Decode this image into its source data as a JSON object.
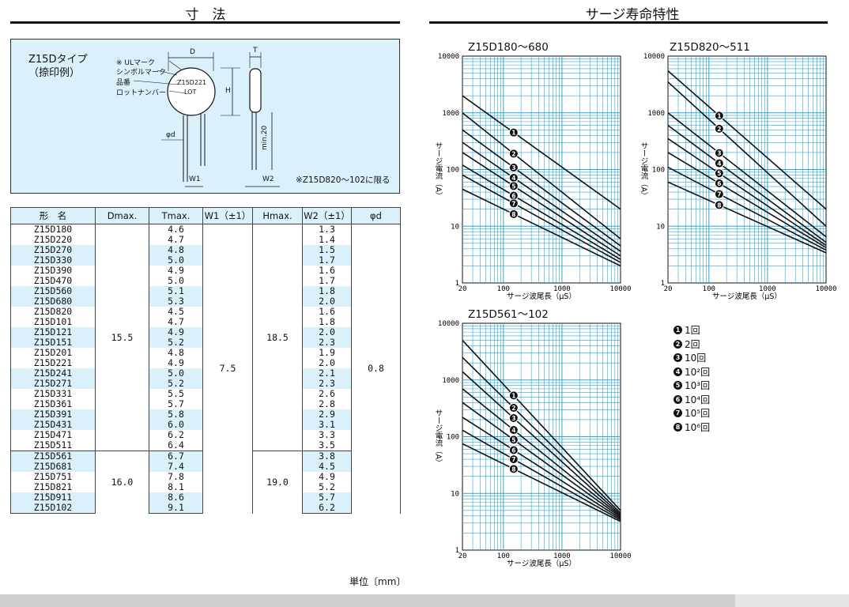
{
  "left_header": "寸　法",
  "right_header": "サージ寿命特性",
  "dimension": {
    "type_title": "Z15Dタイプ",
    "type_sub": "（捺印例）",
    "labels": {
      "ul_mark": "※ ULマーク",
      "symbol_mark": "シンボルマーク",
      "part_no": "品番",
      "lot_no": "ロットナンバー",
      "body_part": "Z15D221",
      "body_lot": "LOT",
      "D": "D",
      "T": "T",
      "H": "H",
      "phi_d": "φd",
      "min20": "min.20",
      "W1": "W1",
      "W2": "W2"
    },
    "note": "※Z15D820～102に限る"
  },
  "table": {
    "headers": [
      "形　名",
      "Dmax.",
      "Tmax.",
      "W1（±1）",
      "Hmax.",
      "W2（±1）",
      "φd"
    ],
    "rows": [
      [
        "Z15D180",
        "4.6",
        "1.3"
      ],
      [
        "Z15D220",
        "4.7",
        "1.4"
      ],
      [
        "Z15D270",
        "4.8",
        "1.5"
      ],
      [
        "Z15D330",
        "5.0",
        "1.7"
      ],
      [
        "Z15D390",
        "4.9",
        "1.6"
      ],
      [
        "Z15D470",
        "5.0",
        "1.7"
      ],
      [
        "Z15D560",
        "5.1",
        "1.8"
      ],
      [
        "Z15D680",
        "5.3",
        "2.0"
      ],
      [
        "Z15D820",
        "4.5",
        "1.6"
      ],
      [
        "Z15D101",
        "4.7",
        "1.8"
      ],
      [
        "Z15D121",
        "4.9",
        "2.0"
      ],
      [
        "Z15D151",
        "5.2",
        "2.3"
      ],
      [
        "Z15D201",
        "4.8",
        "1.9"
      ],
      [
        "Z15D221",
        "4.9",
        "2.0"
      ],
      [
        "Z15D241",
        "5.0",
        "2.1"
      ],
      [
        "Z15D271",
        "5.2",
        "2.3"
      ],
      [
        "Z15D331",
        "5.5",
        "2.6"
      ],
      [
        "Z15D361",
        "5.7",
        "2.8"
      ],
      [
        "Z15D391",
        "5.8",
        "2.9"
      ],
      [
        "Z15D431",
        "6.0",
        "3.1"
      ],
      [
        "Z15D471",
        "6.2",
        "3.3"
      ],
      [
        "Z15D511",
        "6.4",
        "3.5"
      ],
      [
        "Z15D561",
        "6.7",
        "3.8"
      ],
      [
        "Z15D681",
        "7.4",
        "4.5"
      ],
      [
        "Z15D751",
        "7.8",
        "4.9"
      ],
      [
        "Z15D821",
        "8.1",
        "5.2"
      ],
      [
        "Z15D911",
        "8.6",
        "5.7"
      ],
      [
        "Z15D102",
        "9.1",
        "6.2"
      ]
    ],
    "group1": {
      "dmax": "15.5",
      "hmax": "18.5"
    },
    "group2": {
      "dmax": "16.0",
      "hmax": "19.0"
    },
    "w1": "7.5",
    "phid": "0.8",
    "unit": "単位〔mm〕"
  },
  "chart_data": [
    {
      "type": "line",
      "title": "Z15D180～680",
      "xlabel": "サージ波尾長（μS）",
      "ylabel": "サージ電流（A）",
      "xscale": "log",
      "yscale": "log",
      "xlim": [
        20,
        10000
      ],
      "ylim": [
        1,
        10000
      ],
      "xticks": [
        "20",
        "100",
        "1000",
        "10000"
      ],
      "yticks": [
        "1",
        "10",
        "100",
        "1000",
        "10000"
      ],
      "series": [
        {
          "name": "1",
          "x": [
            20,
            10000
          ],
          "y": [
            2000,
            20
          ]
        },
        {
          "name": "2",
          "x": [
            20,
            10000
          ],
          "y": [
            1000,
            6
          ]
        },
        {
          "name": "3",
          "x": [
            20,
            10000
          ],
          "y": [
            500,
            4.5
          ]
        },
        {
          "name": "4",
          "x": [
            20,
            10000
          ],
          "y": [
            300,
            3.6
          ]
        },
        {
          "name": "5",
          "x": [
            20,
            10000
          ],
          "y": [
            200,
            3
          ]
        },
        {
          "name": "6",
          "x": [
            20,
            10000
          ],
          "y": [
            120,
            2.6
          ]
        },
        {
          "name": "7",
          "x": [
            20,
            10000
          ],
          "y": [
            80,
            2.3
          ]
        },
        {
          "name": "8",
          "x": [
            20,
            10000
          ],
          "y": [
            45,
            2
          ]
        }
      ]
    },
    {
      "type": "line",
      "title": "Z15D820～511",
      "xlabel": "サージ波尾長（μS）",
      "ylabel": "サージ電流（A）",
      "xscale": "log",
      "yscale": "log",
      "xlim": [
        20,
        10000
      ],
      "ylim": [
        1,
        10000
      ],
      "xticks": [
        "20",
        "100",
        "1000",
        "10000"
      ],
      "yticks": [
        "1",
        "10",
        "100",
        "1000",
        "10000"
      ],
      "series": [
        {
          "name": "1",
          "x": [
            20,
            10000
          ],
          "y": [
            5500,
            20
          ]
        },
        {
          "name": "2",
          "x": [
            20,
            10000
          ],
          "y": [
            3500,
            10
          ]
        },
        {
          "name": "3",
          "x": [
            20,
            10000
          ],
          "y": [
            1000,
            6.5
          ]
        },
        {
          "name": "4",
          "x": [
            20,
            10000
          ],
          "y": [
            600,
            5.2
          ]
        },
        {
          "name": "5",
          "x": [
            20,
            10000
          ],
          "y": [
            350,
            4.6
          ]
        },
        {
          "name": "6",
          "x": [
            20,
            10000
          ],
          "y": [
            200,
            4.2
          ]
        },
        {
          "name": "7",
          "x": [
            20,
            10000
          ],
          "y": [
            110,
            3.8
          ]
        },
        {
          "name": "8",
          "x": [
            20,
            10000
          ],
          "y": [
            60,
            3.4
          ]
        }
      ]
    },
    {
      "type": "line",
      "title": "Z15D561～102",
      "xlabel": "サージ波尾長（μS）",
      "ylabel": "サージ電流（A）",
      "xscale": "log",
      "yscale": "log",
      "xlim": [
        20,
        10000
      ],
      "ylim": [
        1,
        10000
      ],
      "xticks": [
        "20",
        "100",
        "1000",
        "10000"
      ],
      "yticks": [
        "1",
        "10",
        "100",
        "1000",
        "10000"
      ],
      "series": [
        {
          "name": "1",
          "x": [
            20,
            10000
          ],
          "y": [
            5000,
            5
          ]
        },
        {
          "name": "2",
          "x": [
            20,
            10000
          ],
          "y": [
            2500,
            4.5
          ]
        },
        {
          "name": "3",
          "x": [
            20,
            10000
          ],
          "y": [
            1400,
            4.2
          ]
        },
        {
          "name": "4",
          "x": [
            20,
            10000
          ],
          "y": [
            700,
            4
          ]
        },
        {
          "name": "5",
          "x": [
            20,
            10000
          ],
          "y": [
            400,
            3.8
          ]
        },
        {
          "name": "6",
          "x": [
            20,
            10000
          ],
          "y": [
            220,
            3.6
          ]
        },
        {
          "name": "7",
          "x": [
            20,
            10000
          ],
          "y": [
            130,
            3.4
          ]
        },
        {
          "name": "8",
          "x": [
            20,
            10000
          ],
          "y": [
            75,
            3.2
          ]
        }
      ]
    }
  ],
  "legend": [
    {
      "mark": "1",
      "label": "1回"
    },
    {
      "mark": "2",
      "label": "2回"
    },
    {
      "mark": "3",
      "label": "10回"
    },
    {
      "mark": "4",
      "label": "10²回"
    },
    {
      "mark": "5",
      "label": "10³回"
    },
    {
      "mark": "6",
      "label": "10⁴回"
    },
    {
      "mark": "7",
      "label": "10⁵回"
    },
    {
      "mark": "8",
      "label": "10⁶回"
    }
  ]
}
